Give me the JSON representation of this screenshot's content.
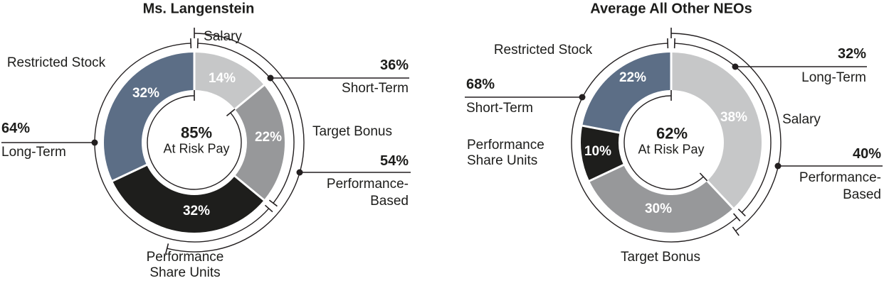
{
  "chart_data": [
    {
      "type": "donut",
      "title": "Ms. Langenstein",
      "center": {
        "pct": "85%",
        "label": "At Risk Pay"
      },
      "segments": [
        {
          "label": "Salary",
          "value": 14,
          "pct": "14%",
          "color": "#c6c7c8"
        },
        {
          "label": "Target Bonus",
          "value": 22,
          "pct": "22%",
          "color": "#97989a"
        },
        {
          "label": "Performance Share Units",
          "value": 32,
          "pct": "32%",
          "color": "#1e1e1c"
        },
        {
          "label": "Restricted Stock",
          "value": 32,
          "pct": "32%",
          "color": "#5c6e86"
        }
      ],
      "callouts": {
        "short_term": {
          "pct": "36%",
          "label": "Short-Term"
        },
        "long_term": {
          "pct": "64%",
          "label": "Long-Term"
        },
        "performance_based": {
          "pct": "54%",
          "label_line1": "Performance-",
          "label_line2": "Based"
        }
      },
      "at_risk_value": 85,
      "performance_based_value": 54,
      "short_term_value": 36,
      "long_term_value": 64
    },
    {
      "type": "donut",
      "title": "Average All Other NEOs",
      "center": {
        "pct": "62%",
        "label": "At Risk Pay"
      },
      "segments": [
        {
          "label": "Salary",
          "value": 38,
          "pct": "38%",
          "color": "#c6c7c8"
        },
        {
          "label": "Target Bonus",
          "value": 30,
          "pct": "30%",
          "color": "#97989a"
        },
        {
          "label": "Performance Share Units",
          "value": 10,
          "pct": "10%",
          "color": "#1e1e1c"
        },
        {
          "label": "Restricted Stock",
          "value": 22,
          "pct": "22%",
          "color": "#5c6e86"
        }
      ],
      "callouts": {
        "short_term": {
          "pct": "68%",
          "label": "Short-Term"
        },
        "long_term": {
          "pct": "32%",
          "label": "Long-Term"
        },
        "performance_based": {
          "pct": "40%",
          "label_line1": "Performance-",
          "label_line2": "Based"
        }
      },
      "at_risk_value": 62,
      "performance_based_value": 40,
      "short_term_value": 68,
      "long_term_value": 32
    }
  ],
  "colors": {
    "line": "#231f20",
    "text": "#1d1d1b",
    "segment_label": "#ffffff",
    "background": "#ffffff"
  }
}
